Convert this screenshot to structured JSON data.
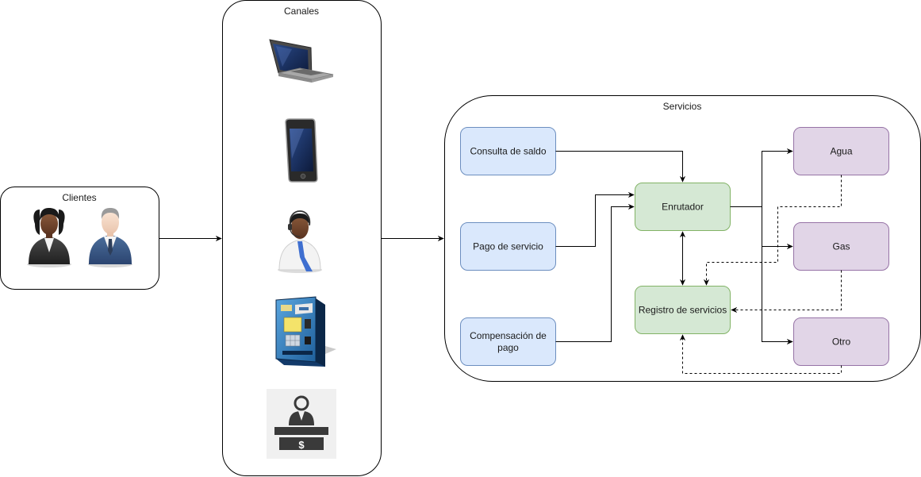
{
  "groups": {
    "clientes": "Clientes",
    "canales": "Canales",
    "servicios": "Servicios"
  },
  "nodes": {
    "consulta": "Consulta de saldo",
    "pago": "Pago de servicio",
    "compensacion_line1": "Compensación de",
    "compensacion_line2": "pago",
    "enrutador": "Enrutador",
    "registro": "Registro de servicios",
    "agua": "Agua",
    "gas": "Gas",
    "otro": "Otro"
  },
  "icons": {
    "client_woman": "businesswoman-icon",
    "client_man": "businessman-icon",
    "laptop": "laptop-icon",
    "phone": "smartphone-icon",
    "call_center": "call-center-agent-icon",
    "atm": "atm-icon",
    "teller": "bank-teller-icon",
    "teller_symbol": "$"
  },
  "colors": {
    "blue_fill": "#dae8fc",
    "blue_stroke": "#6c8ebf",
    "green_fill": "#d5e8d4",
    "green_stroke": "#82b366",
    "purple_fill": "#e1d5e7",
    "purple_stroke": "#9673a6"
  }
}
